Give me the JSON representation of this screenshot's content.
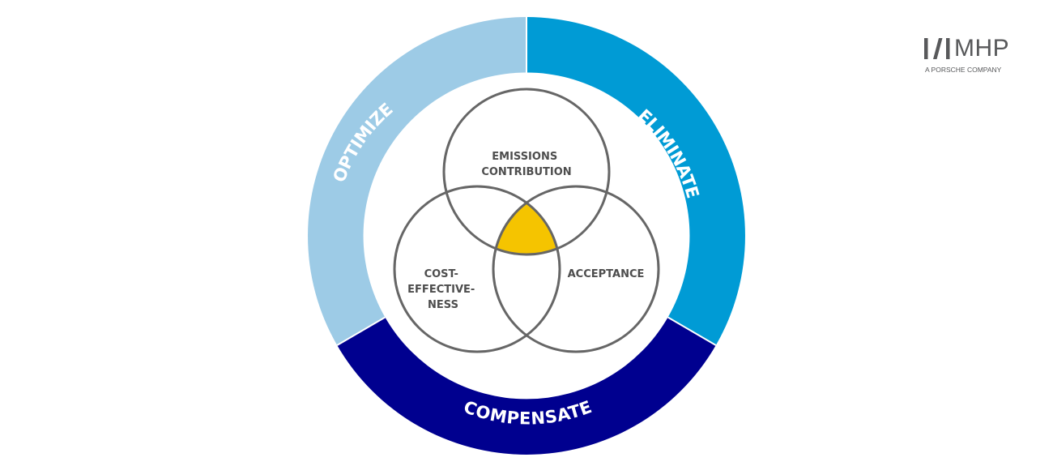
{
  "logo": {
    "wordmark": "MHP",
    "tagline": "A PORSCHE COMPANY",
    "mark_icon": "mhp-slash-mark-icon",
    "color": "#58595b"
  },
  "ring": {
    "segments": [
      {
        "key": "eliminate",
        "label": "ELIMINATE",
        "color": "#009bd5"
      },
      {
        "key": "compensate",
        "label": "COMPENSATE",
        "color": "#00008f"
      },
      {
        "key": "optimize",
        "label": "OPTIMIZE",
        "color": "#9dcbe6"
      }
    ]
  },
  "venn": {
    "circles": [
      {
        "key": "emissions",
        "lines": [
          "EMISSIONS",
          "CONTRIBUTION"
        ]
      },
      {
        "key": "cost",
        "lines": [
          "COST-",
          "EFFECTIVE-",
          "NESS"
        ]
      },
      {
        "key": "acceptance",
        "lines": [
          "ACCEPTANCE"
        ]
      }
    ],
    "intersection_color": "#f5c400",
    "stroke_color": "#666666"
  }
}
